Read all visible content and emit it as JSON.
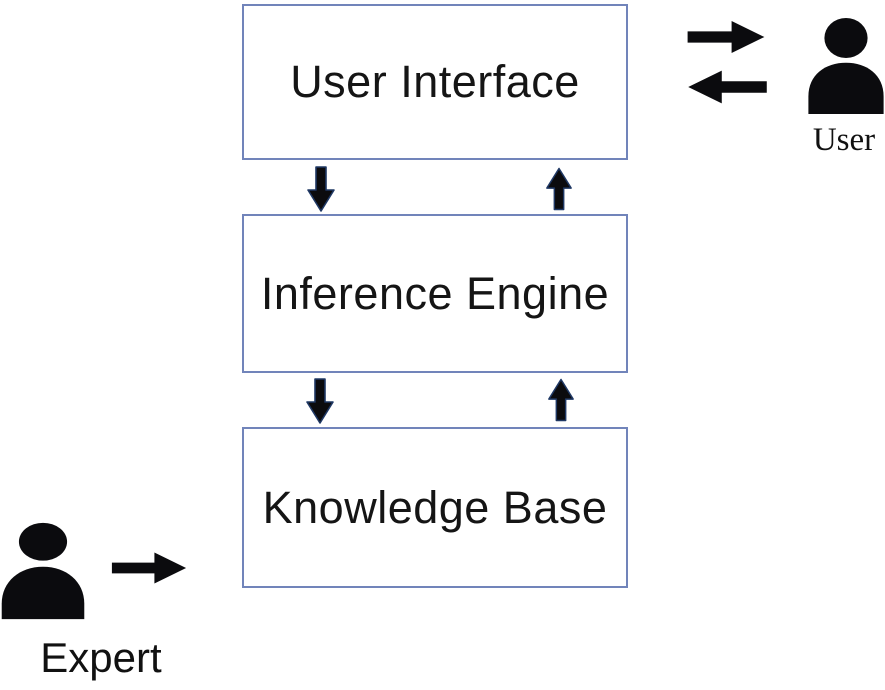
{
  "boxes": [
    {
      "label": "User Interface"
    },
    {
      "label": "Inference Engine"
    },
    {
      "label": "Knowledge Base"
    }
  ],
  "actors": [
    {
      "label": "User",
      "icon": "person-icon",
      "position": "top-right"
    },
    {
      "label": "Expert",
      "icon": "person-icon",
      "position": "bottom-left"
    }
  ],
  "arrows": [
    {
      "name": "user-interface-to-user",
      "direction": "right"
    },
    {
      "name": "user-to-user-interface",
      "direction": "left"
    },
    {
      "name": "user-interface-to-inference",
      "direction": "down"
    },
    {
      "name": "inference-to-user-interface",
      "direction": "up"
    },
    {
      "name": "inference-to-knowledge-base",
      "direction": "down"
    },
    {
      "name": "knowledge-base-to-inference",
      "direction": "up"
    },
    {
      "name": "expert-to-knowledge-base",
      "direction": "right"
    }
  ],
  "colors": {
    "box_border": "#7184ba",
    "arrow_fill": "#0b0b0e",
    "vertical_arrow_outline": "#1f3864",
    "text": "#151515",
    "background": "#ffffff"
  }
}
